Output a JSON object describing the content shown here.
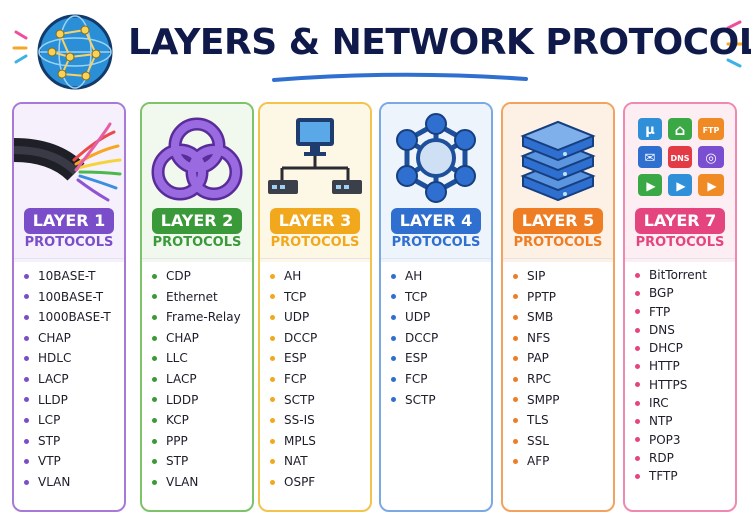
{
  "title": "LAYERS & NETWORK PROTOCOLS",
  "colors": {
    "title": "#0f1a4a",
    "layer1": "#7b4ec9",
    "layer2": "#3a9a3a",
    "layer3": "#f2a81d",
    "layer4": "#2f6fcf",
    "layer5": "#ee7d24",
    "layer7": "#e5457e"
  },
  "columns": [
    {
      "icon": "cable-icon",
      "layer": "LAYER 1",
      "subtitle": "PROTOCOLS",
      "items": [
        "10BASE-T",
        "100BASE-T",
        "1000BASE-T",
        "CHAP",
        "HDLC",
        "LACP",
        "LLDP",
        "LCP",
        "STP",
        "VTP",
        "VLAN"
      ]
    },
    {
      "icon": "knot-icon",
      "layer": "LAYER 2",
      "subtitle": "PROTOCOLS",
      "items": [
        "CDP",
        "Ethernet",
        "Frame-Relay",
        "CHAP",
        "LLC",
        "LACP",
        "LDDP",
        "KCP",
        "PPP",
        "STP",
        "VLAN"
      ]
    },
    {
      "icon": "network-switch-icon",
      "layer": "LAYER 3",
      "subtitle": "PROTOCOLS",
      "items": [
        "AH",
        "TCP",
        "UDP",
        "DCCP",
        "ESP",
        "FCP",
        "SCTP",
        "SS-IS",
        "MPLS",
        "NAT",
        "OSPF"
      ]
    },
    {
      "icon": "node-graph-icon",
      "layer": "LAYER 4",
      "subtitle": "PROTOCOLS",
      "items": [
        "AH",
        "TCP",
        "UDP",
        "DCCP",
        "ESP",
        "FCP",
        "SCTP"
      ]
    },
    {
      "icon": "server-stack-icon",
      "layer": "LAYER 5",
      "subtitle": "PROTOCOLS",
      "items": [
        "SIP",
        "PPTP",
        "SMB",
        "NFS",
        "PAP",
        "RPC",
        "SMPP",
        "TLS",
        "SSL",
        "AFP"
      ]
    },
    {
      "icon": "app-grid-icon",
      "layer": "LAYER 7",
      "subtitle": "PROTOCOLS",
      "app_icons": [
        "µ",
        "⌂",
        "FTP",
        "✉",
        "DNS",
        "◎",
        "▶",
        "▶",
        "▶"
      ],
      "items": [
        "BitTorrent",
        "BGP",
        "FTP",
        "DNS",
        "DHCP",
        "HTTP",
        "HTTPS",
        "IRC",
        "NTP",
        "POP3",
        "RDP",
        "TFTP"
      ]
    }
  ]
}
